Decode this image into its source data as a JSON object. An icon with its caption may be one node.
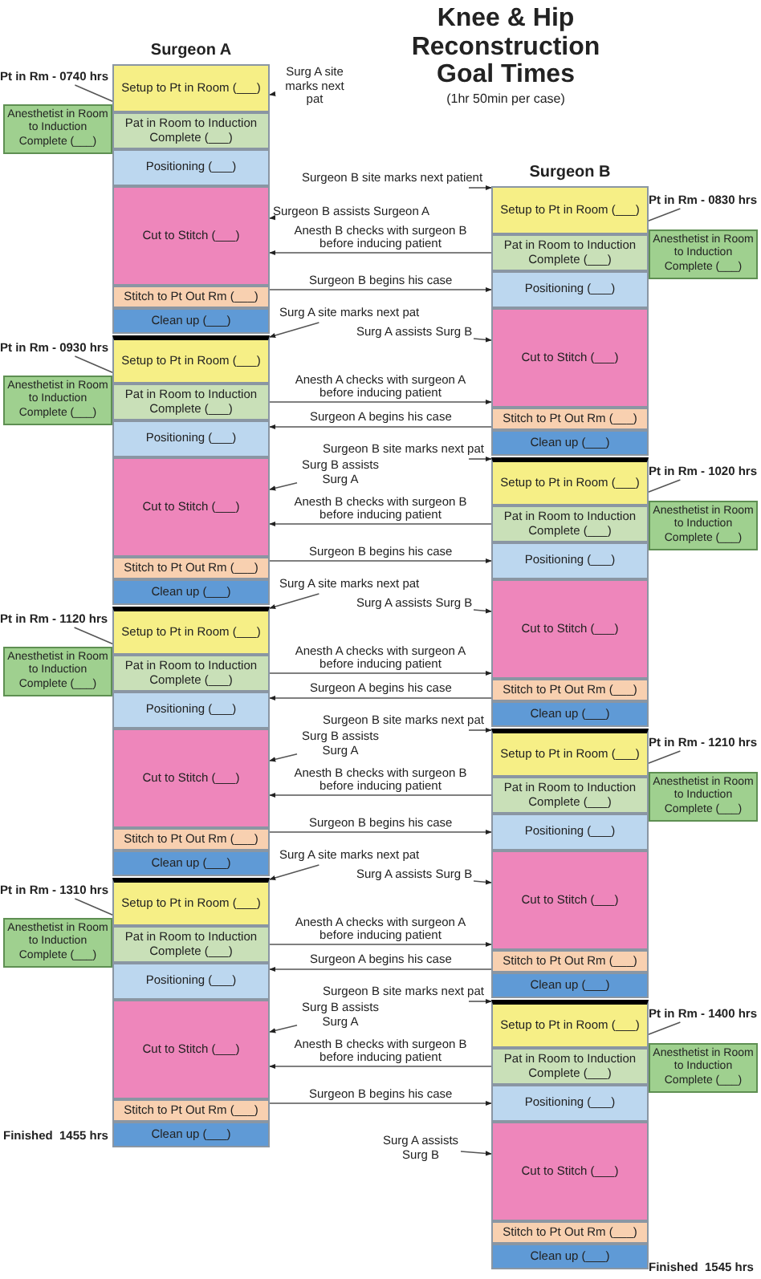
{
  "diagram": {
    "title": "Knee & Hip Reconstruction Goal Times",
    "nodes": [
      {
        "text": [
          "Pt in Rm - 0740 hrs"
        ]
      },
      {
        "text": [
          "Setup to Pt in Room (___)"
        ]
      },
      {
        "text": [
          "Pat in Room to Induction Complete (___)"
        ]
      },
      {
        "text": [
          "Anesthetist in Room to Induction Complete (___)"
        ]
      },
      {
        "text": [
          "Positioning (___)"
        ]
      },
      {
        "text": [
          "Cut to Stitch (___)"
        ]
      },
      {
        "text": [
          "Stitch to Pt Out Rm (___)"
        ]
      },
      {
        "text": [
          "Clean up (___)"
        ]
      },
      {
        "text": [
          "Pt in Rm - 0930 hrs"
        ]
      },
      {
        "text": [
          "Setup to Pt in Room (___)"
        ]
      },
      {
        "text": [
          "Pat in Room to Induction Complete (___)"
        ]
      },
      {
        "text": [
          "Anesthetist in Room to Induction Complete (___)"
        ]
      },
      {
        "text": [
          "Positioning (___)"
        ]
      },
      {
        "text": [
          "Cut to Stitch (___)"
        ]
      },
      {
        "text": [
          "Stitch to Pt Out Rm (___)"
        ]
      },
      {
        "text": [
          "Clean up (___)"
        ]
      },
      {
        "text": [
          "Pt in Rm - 1120 hrs"
        ]
      },
      {
        "text": [
          "Setup to Pt in Room (___)"
        ]
      },
      {
        "text": [
          "Pat in Room to Induction Complete (___)"
        ]
      },
      {
        "text": [
          "Anesthetist in Room to Induction Complete (___)"
        ]
      },
      {
        "text": [
          "Positioning (___)"
        ]
      },
      {
        "text": [
          "Cut to Stitch (___)"
        ]
      },
      {
        "text": [
          "Stitch to Pt Out Rm (___)"
        ]
      },
      {
        "text": [
          "Clean up (___)"
        ]
      },
      {
        "text": [
          "Pt in Rm - 1310 hrs"
        ]
      },
      {
        "text": [
          "Setup to Pt in Room (___)"
        ]
      },
      {
        "text": [
          "Pat in Room to Induction Complete (___)"
        ]
      },
      {
        "text": [
          "Anesthetist in Room to Induction Complete (___)"
        ]
      },
      {
        "text": [
          "Positioning (___)"
        ]
      },
      {
        "text": [
          "Cut to Stitch (___)"
        ]
      },
      {
        "text": [
          "Stitch to Pt Out Rm (___)"
        ]
      },
      {
        "text": [
          "Clean up (___)"
        ]
      },
      {
        "text": [
          "Pt in Rm - 0830 hrs"
        ]
      },
      {
        "text": [
          "Setup to Pt in Room (___)"
        ]
      },
      {
        "text": [
          "Pat in Room to Induction Complete (___)"
        ]
      },
      {
        "text": [
          "Anesthetist in Room to Induction Complete (___)"
        ]
      },
      {
        "text": [
          "Positioning (___)"
        ]
      },
      {
        "text": [
          "Cut to Stitch (___)"
        ]
      },
      {
        "text": [
          "Stitch to Pt Out Rm (___)"
        ]
      },
      {
        "text": [
          "Clean up (___)"
        ]
      },
      {
        "text": [
          "Pt in Rm - 1020 hrs"
        ]
      },
      {
        "text": [
          "Setup to Pt in Room (___)"
        ]
      },
      {
        "text": [
          "Pat in Room to Induction Complete (___)"
        ]
      },
      {
        "text": [
          "Anesthetist in Room to Induction Complete (___)"
        ]
      },
      {
        "text": [
          "Positioning (___)"
        ]
      },
      {
        "text": [
          "Cut to Stitch (___)"
        ]
      },
      {
        "text": [
          "Stitch to Pt Out Rm (___)"
        ]
      },
      {
        "text": [
          "Clean up (___)"
        ]
      },
      {
        "text": [
          "Pt in Rm - 1210 hrs"
        ]
      },
      {
        "text": [
          "Setup to Pt in Room (___)"
        ]
      },
      {
        "text": [
          "Pat in Room to Induction Complete (___)"
        ]
      },
      {
        "text": [
          "Anesthetist in Room to Induction Complete (___)"
        ]
      },
      {
        "text": [
          "Positioning (___)"
        ]
      },
      {
        "text": [
          "Cut to Stitch (___)"
        ]
      },
      {
        "text": [
          "Stitch to Pt Out Rm (___)"
        ]
      },
      {
        "text": [
          "Clean up (___)"
        ]
      },
      {
        "text": [
          "Pt in Rm - 1400 hrs"
        ]
      },
      {
        "text": [
          "Setup to Pt in Room (___)"
        ]
      },
      {
        "text": [
          "Pat in Room to Induction Complete (___)"
        ]
      },
      {
        "text": [
          "Anesthetist in Room to Induction Complete (___)"
        ]
      },
      {
        "text": [
          "Positioning (___)"
        ]
      },
      {
        "text": [
          "Cut to Stitch (___)"
        ]
      },
      {
        "text": [
          "Stitch to Pt Out Rm (___)"
        ]
      },
      {
        "text": [
          "Clean up (___)"
        ]
      },
      {
        "text": [
          "Surg A site marks next pat"
        ]
      },
      {
        "text": [
          "Surg A site marks next pat"
        ]
      },
      {
        "text": [
          "Surg A site marks next pat"
        ]
      },
      {
        "text": [
          "Surg A site marks next pat"
        ]
      },
      {
        "text": [
          "Surgeon B assists Surgeon A"
        ]
      },
      {
        "text": [
          "Surg B assists Surg A"
        ]
      },
      {
        "text": [
          "Surg B assists Surg A"
        ]
      },
      {
        "text": [
          "Surg B assists Surg A"
        ]
      },
      {
        "text": [
          "Surg A assists Surg B"
        ]
      },
      {
        "text": [
          "Surg A assists Surg B"
        ]
      },
      {
        "text": [
          "Surg A assists Surg B"
        ]
      },
      {
        "text": [
          "Surg A assists Surg B"
        ]
      }
    ],
    "edges": [
      {
        "from": 0,
        "to": 2,
        "arrow": "to"
      },
      {
        "from": 8,
        "to": 10,
        "arrow": "to"
      },
      {
        "from": 16,
        "to": 18,
        "arrow": "to"
      },
      {
        "from": 24,
        "to": 26,
        "arrow": "to"
      },
      {
        "from": 32,
        "to": 34,
        "arrow": "to"
      },
      {
        "from": 40,
        "to": 42,
        "arrow": "to"
      },
      {
        "from": 48,
        "to": 50,
        "arrow": "to"
      },
      {
        "from": 56,
        "to": 58,
        "arrow": "to"
      },
      {
        "from": 64,
        "to": 1,
        "arrow": "to"
      },
      {
        "from": 65,
        "to": 9,
        "arrow": "to"
      },
      {
        "from": 66,
        "to": 17,
        "arrow": "to"
      },
      {
        "from": 67,
        "to": 25,
        "arrow": "to"
      },
      {
        "from": 68,
        "to": 5,
        "arrow": "to"
      },
      {
        "from": 69,
        "to": 13,
        "arrow": "to"
      },
      {
        "from": 70,
        "to": 21,
        "arrow": "to"
      },
      {
        "from": 71,
        "to": 29,
        "arrow": "to"
      },
      {
        "from": 72,
        "to": 37,
        "arrow": "to"
      },
      {
        "from": 73,
        "to": 45,
        "arrow": "to"
      },
      {
        "from": 74,
        "to": 53,
        "arrow": "to"
      },
      {
        "from": 75,
        "to": 61,
        "arrow": "to"
      },
      {
        "from": null,
        "to": 33,
        "arrow": "to",
        "label": "Surgeon B site marks next patient"
      },
      {
        "from": null,
        "to": 41,
        "arrow": "to",
        "label": "Surgeon B site marks next pat"
      },
      {
        "from": null,
        "to": 49,
        "arrow": "to",
        "label": "Surgeon B site marks next pat"
      },
      {
        "from": null,
        "to": 57,
        "arrow": "to",
        "label": "Surgeon B site marks next pat"
      },
      {
        "from": 34,
        "to": 5,
        "arrow": "to",
        "label": "Anesth B checks with surgeon B before inducing patient"
      },
      {
        "from": 42,
        "to": 13,
        "arrow": "to",
        "label": "Anesth B checks with surgeon B before inducing patient"
      },
      {
        "from": 50,
        "to": 21,
        "arrow": "to",
        "label": "Anesth B checks with surgeon B before inducing patient"
      },
      {
        "from": 58,
        "to": 29,
        "arrow": "to",
        "label": "Anesth B checks with surgeon B before inducing patient"
      },
      {
        "from": 6,
        "to": 36,
        "arrow": "to",
        "label": "Surgeon B begins his case"
      },
      {
        "from": 14,
        "to": 44,
        "arrow": "to",
        "label": "Surgeon B begins his case"
      },
      {
        "from": 22,
        "to": 52,
        "arrow": "to",
        "label": "Surgeon B begins his case"
      },
      {
        "from": 30,
        "to": 60,
        "arrow": "to",
        "label": "Surgeon B begins his case"
      },
      {
        "from": 10,
        "to": 37,
        "arrow": "to",
        "label": "Anesth A checks with surgeon A before inducing patient"
      },
      {
        "from": 18,
        "to": 45,
        "arrow": "to",
        "label": "Anesth A checks with surgeon A before inducing patient"
      },
      {
        "from": 26,
        "to": 53,
        "arrow": "to",
        "label": "Anesth A checks with surgeon A before inducing patient"
      },
      {
        "from": 38,
        "to": 12,
        "arrow": "to",
        "label": "Surgeon A begins his case"
      },
      {
        "from": 46,
        "to": 20,
        "arrow": "to",
        "label": "Surgeon A begins his case"
      },
      {
        "from": 54,
        "to": 28,
        "arrow": "to",
        "label": "Surgeon A begins his case"
      }
    ],
    "labels": [
      "Surgeon A",
      "(1hr 50min per case)",
      "Surgeon B",
      "Finished  1455 hrs",
      "Finished  1545 hrs"
    ]
  }
}
